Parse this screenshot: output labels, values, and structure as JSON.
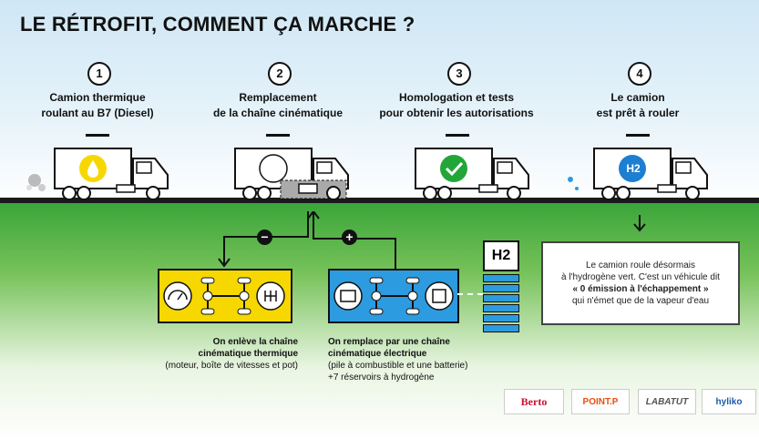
{
  "title": "LE RÉTROFIT, COMMENT ÇA MARCHE ?",
  "steps": [
    {
      "num": "1",
      "line1": "Camion thermique",
      "line2": "roulant au B7 (Diesel)"
    },
    {
      "num": "2",
      "line1": "Remplacement",
      "line2": "de la chaîne cinématique"
    },
    {
      "num": "3",
      "line1": "Homologation et tests",
      "line2": "pour obtenir les autorisations"
    },
    {
      "num": "4",
      "line1": "Le camion",
      "line2": "est prêt à rouler"
    }
  ],
  "h2_badge": "H2",
  "h2_tank_label": "H2",
  "minus_sign": "−",
  "plus_sign": "+",
  "remove_caption": {
    "line1": "On enlève la chaîne",
    "line2": "cinématique thermique",
    "line3": "(moteur, boîte de vitesses et pot)"
  },
  "replace_caption": {
    "line1": "On remplace par une chaîne",
    "line2": "cinématique électrique",
    "line3": "(pile à combustible et une batterie)",
    "line4": "+7 réservoirs à hydrogène"
  },
  "info": {
    "line1": "Le camion roule désormais",
    "line2": "à l'hydrogène vert. C'est un véhicule dit",
    "line3": "« 0 émission à l'échappement »",
    "line4": "qui n'émet que de la vapeur d'eau"
  },
  "logos": [
    "Berto",
    "POINT.P",
    "LABATUT",
    "hyliko"
  ],
  "colors": {
    "yellow": "#f6d800",
    "blue": "#2d9be0",
    "green": "#23a638",
    "h2_blue": "#1d7fd1"
  }
}
